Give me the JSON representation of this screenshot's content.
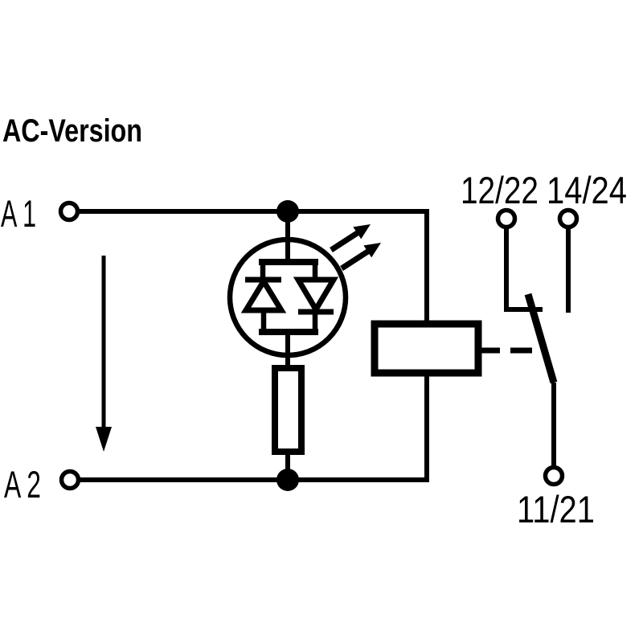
{
  "title": "AC-Version",
  "colors": {
    "ink": "#000000",
    "background": "#ffffff"
  },
  "terminals": {
    "coil_a1": "A 1",
    "coil_a2": "A 2",
    "contact_nc": "12/22",
    "contact_no": "14/24",
    "contact_common": "11/21"
  },
  "components": {
    "indicator": "led-with-antiparallel-diodes",
    "series_resistor": "resistor",
    "coil": "relay-coil",
    "contact": "changeover-contact",
    "flow_arrow": "downward-current-arrow",
    "light_arrows": "led-emission-arrows"
  }
}
